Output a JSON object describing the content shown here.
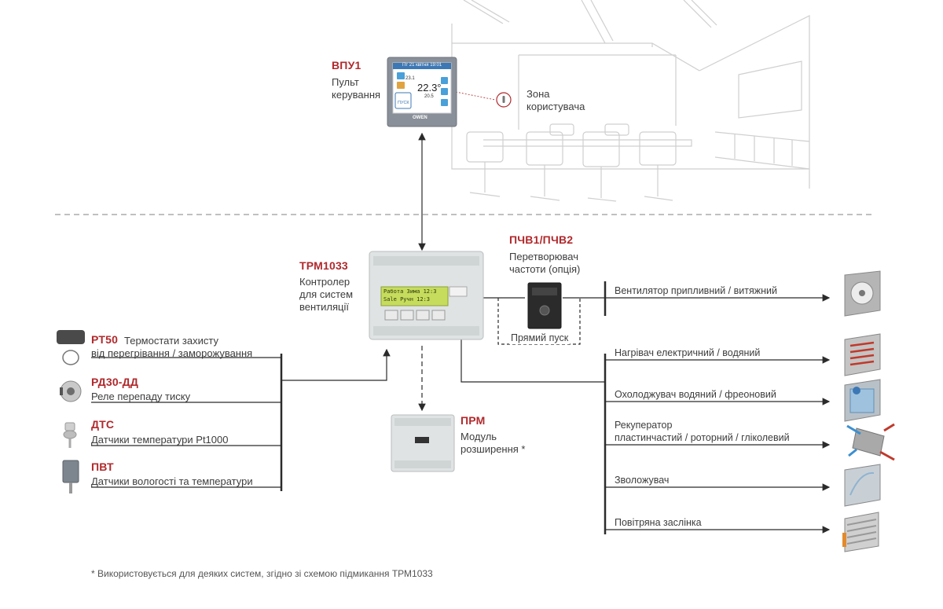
{
  "panel": {
    "code": "ВПУ1",
    "desc_line1": "Пульт",
    "desc_line2": "керування",
    "screen_date": "Пт 21 квітня 19:01",
    "screen_temp": "22.3°",
    "screen_setpoint": "20.5",
    "screen_small": "23.1",
    "screen_button": "ПУСК",
    "brand": "OWEN"
  },
  "user_zone": {
    "line1": "Зона",
    "line2": "користувача"
  },
  "controller": {
    "code": "ТРМ1033",
    "desc_line1": "Контролер",
    "desc_line2": "для систем",
    "desc_line3": "вентиляції",
    "lcd_line1": "Работа  Зима 12:3",
    "lcd_line2": "Sale  Ручн 12:3"
  },
  "inverter": {
    "code": "ПЧВ1/ПЧВ2",
    "desc_line1": "Перетворювач",
    "desc_line2": "частоти (опція)",
    "direct_start": "Прямий пуск"
  },
  "module": {
    "code": "ПРМ",
    "desc_line1": "Модуль",
    "desc_line2": "розширення *"
  },
  "inputs": [
    {
      "code": "РТ50",
      "desc_line1": "Термостати захисту",
      "desc_line2": "від перегрівання / заморожування"
    },
    {
      "code": "РД30-ДД",
      "desc_line1": "Реле перепаду тиску",
      "desc_line2": ""
    },
    {
      "code": "ДТС",
      "desc_line1": "Датчики температури Pt1000",
      "desc_line2": ""
    },
    {
      "code": "ПВТ",
      "desc_line1": "Датчики вологості та температури",
      "desc_line2": ""
    }
  ],
  "outputs": [
    {
      "label_line1": "Вентилятор припливний / витяжний",
      "label_line2": ""
    },
    {
      "label_line1": "Нагрівач електричний / водяний",
      "label_line2": ""
    },
    {
      "label_line1": "Охолоджувач водяний / фреоновий",
      "label_line2": ""
    },
    {
      "label_line1": "Рекуператор",
      "label_line2": "пластинчастий / роторний / гліколевий"
    },
    {
      "label_line1": "Зволожувач",
      "label_line2": ""
    },
    {
      "label_line1": "Повітряна заслінка",
      "label_line2": ""
    }
  ],
  "footnote": "* Використовується для деяких систем, згідно зі схемою підмикання ТРМ1033",
  "colors": {
    "accent": "#b0292c",
    "line": "#2b2b2b",
    "sketch": "#c9c9c9",
    "device": "#d8dcdc"
  }
}
